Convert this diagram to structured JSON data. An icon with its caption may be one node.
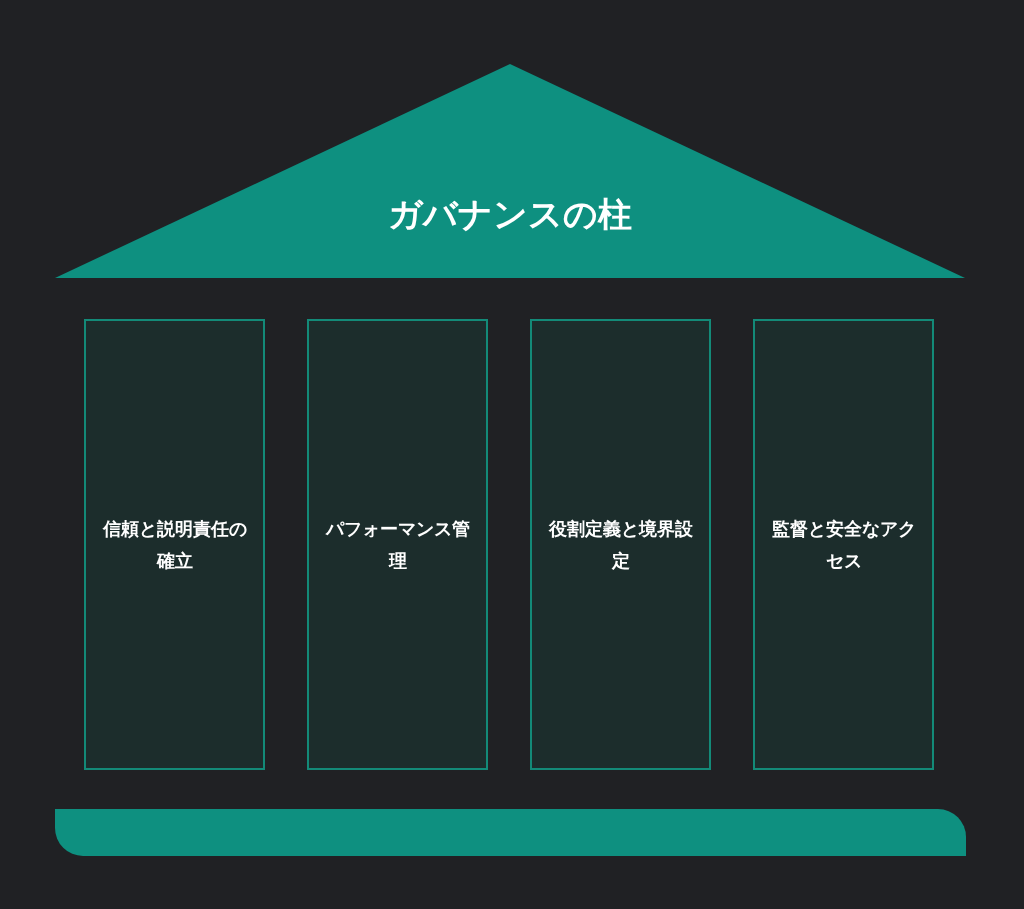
{
  "diagram": {
    "nodes": [
      {
        "text": [
          "ガバナンスの柱"
        ]
      },
      {
        "text": [
          "信頼と説明責任の確立"
        ]
      },
      {
        "text": [
          "パフォーマンス管理"
        ]
      },
      {
        "text": [
          "役割定義と境界設定"
        ]
      },
      {
        "text": [
          "監督と安全なアクセス"
        ]
      },
      {
        "text": [],
        "shape": "bar"
      }
    ],
    "edges": []
  }
}
